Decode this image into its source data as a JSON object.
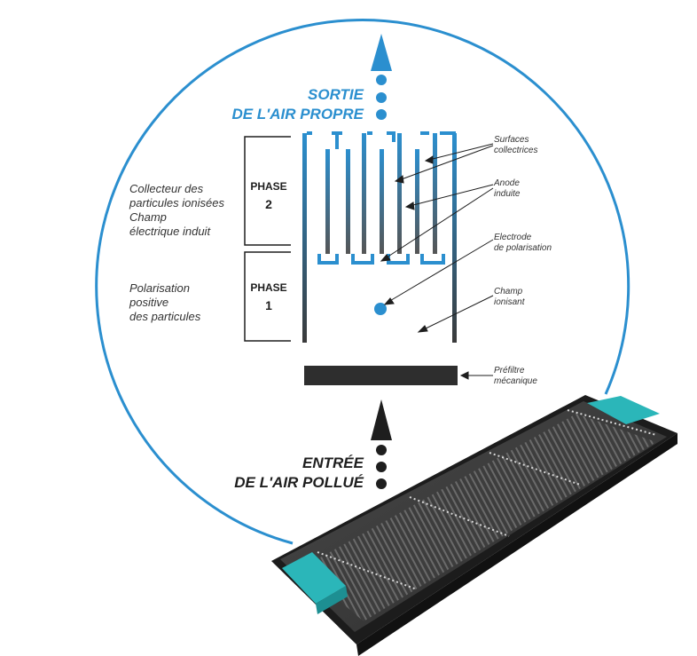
{
  "outlet": {
    "line1": "SORTIE",
    "line2": "DE L'AIR PROPRE"
  },
  "inlet": {
    "line1": "ENTRÉE",
    "line2": "DE L'AIR POLLUÉ"
  },
  "phases": [
    {
      "word": "PHASE",
      "number": "2"
    },
    {
      "word": "PHASE",
      "number": "1"
    }
  ],
  "left_labels": {
    "phase2": [
      "Collecteur des",
      "particules ionisées",
      "Champ",
      "électrique induit"
    ],
    "phase1": [
      "Polarisation",
      "positive",
      "des particules"
    ]
  },
  "callouts": {
    "surfaces": [
      "Surfaces",
      "collectrices"
    ],
    "anode": [
      "Anode",
      "induite"
    ],
    "electrode": [
      "Electrode",
      "de polarisation"
    ],
    "champ": [
      "Champ",
      "ionisant"
    ],
    "prefiltre": [
      "Préfiltre",
      "mécanique"
    ]
  },
  "colors": {
    "accent_blue": "#2b8fcf",
    "teal": "#2bb6b9",
    "dark": "#2a2a2a"
  }
}
